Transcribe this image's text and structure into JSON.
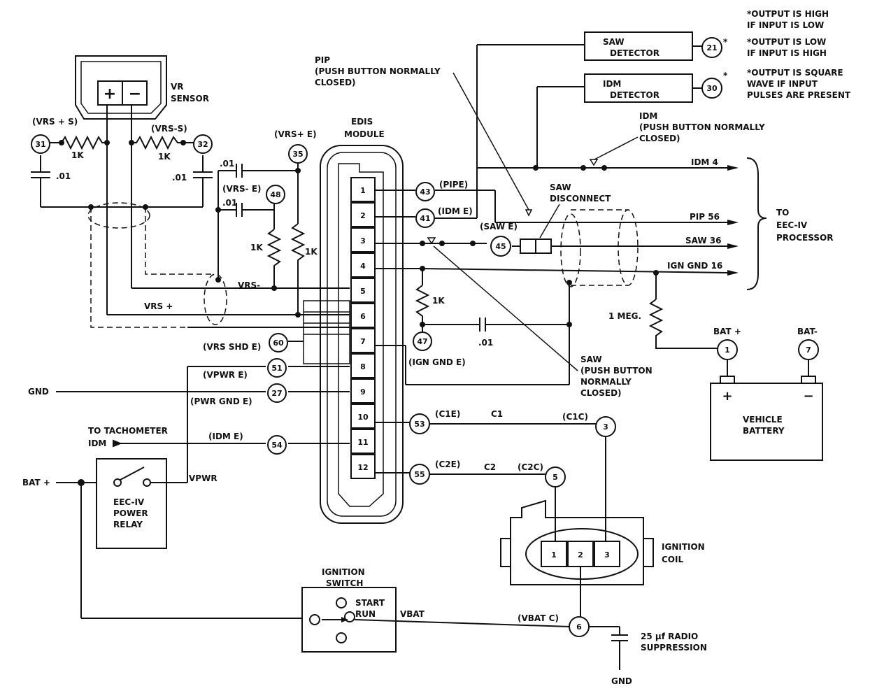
{
  "notes": {
    "line1a": "*OUTPUT IS HIGH",
    "line1b": "IF INPUT IS LOW",
    "line2a": "*OUTPUT IS LOW",
    "line2b": "IF INPUT IS HIGH",
    "line3a": "*OUTPUT IS SQUARE",
    "line3b": "WAVE IF INPUT",
    "line3c": "PULSES ARE PRESENT"
  },
  "components": {
    "vr_sensor": [
      "VR",
      "SENSOR"
    ],
    "vr_plus": "+",
    "vr_minus": "−",
    "edis_module": [
      "EDIS",
      "MODULE"
    ],
    "saw_detector": [
      "SAW",
      "DETECTOR"
    ],
    "idm_detector": [
      "IDM",
      "DETECTOR"
    ],
    "eec_relay": [
      "EEC-IV",
      "POWER",
      "RELAY"
    ],
    "ignition_switch": [
      "IGNITION",
      "SWITCH"
    ],
    "start": "START",
    "run": "RUN",
    "ignition_coil": [
      "IGNITION",
      "COIL"
    ],
    "vehicle_battery": [
      "VEHICLE",
      "BATTERY"
    ],
    "bat_plus_sign": "+",
    "bat_minus_sign": "−",
    "radio_suppression": [
      "25 µf RADIO",
      "SUPPRESSION"
    ],
    "to_eec": [
      "TO",
      "EEC-IV",
      "PROCESSOR"
    ],
    "saw_disconnect": [
      "SAW",
      "DISCONNECT"
    ],
    "pip_switch": [
      "PIP",
      "(PUSH BUTTON NORMALLY",
      "CLOSED)"
    ],
    "idm_switch": [
      "IDM",
      "(PUSH BUTTON NORMALLY",
      "CLOSED)"
    ],
    "saw_switch": [
      "SAW",
      "(PUSH BUTTON",
      "NORMALLY",
      "CLOSED)"
    ]
  },
  "edis_pins": [
    "1",
    "2",
    "3",
    "4",
    "5",
    "6",
    "7",
    "8",
    "9",
    "10",
    "11",
    "12"
  ],
  "coil_pins": [
    "1",
    "2",
    "3"
  ],
  "test_points": {
    "tp31": "31",
    "tp32": "32",
    "tp35": "35",
    "tp48": "48",
    "tp43": "43",
    "tp41": "41",
    "tp45": "45",
    "tp47": "47",
    "tp60": "60",
    "tp51": "51",
    "tp27": "27",
    "tp54": "54",
    "tp53": "53",
    "tp55": "55",
    "tp3": "3",
    "tp5": "5",
    "tp6": "6",
    "tp1": "1",
    "tp7": "7",
    "tp21": "21",
    "tp30": "30"
  },
  "labels": {
    "vrs_plus_s": "(VRS + S)",
    "vrs_minus_s": "(VRS-S)",
    "vrs_plus_e": "(VRS+ E)",
    "vrs_minus_e": "(VRS- E)",
    "vrs_minus": "VRS-",
    "vrs_plus": "VRS +",
    "vrs_shd_e": "(VRS SHD E)",
    "vpwr_e": "(VPWR E)",
    "pwr_gnd_e": "(PWR GND E)",
    "idm_e_left": "(IDM E)",
    "pipe": "(PIPE)",
    "idm_e_right": "(IDM E)",
    "saw_e": "(SAW E)",
    "ign_gnd_e": "(IGN GND E)",
    "c1e": "(C1E)",
    "c1": "C1",
    "c1c": "(C1C)",
    "c2e": "(C2E)",
    "c2": "C2",
    "c2c": "(C2C)",
    "vbat": "VBAT",
    "vbat_c": "(VBAT C)",
    "vpwr": "VPWR",
    "gnd_left": "GND",
    "gnd_bottom": "GND",
    "bat_plus_left": "BAT +",
    "to_tach": "TO TACHOMETER",
    "idm_tach": "IDM",
    "idm4": "IDM 4",
    "pip56": "PIP 56",
    "saw36": "SAW 36",
    "ign_gnd16": "IGN GND 16",
    "one_meg": "1 MEG.",
    "bat_plus_term": "BAT +",
    "bat_minus_term": "BAT-",
    "r1k_a": "1K",
    "r1k_b": "1K",
    "r1k_c": "1K",
    "r1k_d": "1K",
    "r1k_e": "1K",
    "cap_01_a": ".01",
    "cap_01_b": ".01",
    "cap_01_c": ".01",
    "cap_01_d": ".01",
    "cap_01_e": ".01",
    "star_21": "*",
    "star_30": "*"
  }
}
